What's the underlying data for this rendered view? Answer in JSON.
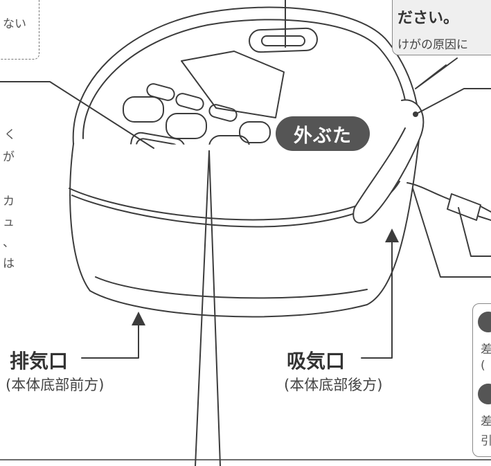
{
  "callouts": {
    "outer_lid": "外ぶた",
    "exhaust_label": "排気口",
    "exhaust_sub": "(本体底部前方)",
    "intake_label": "吸気口",
    "intake_sub": "(本体底部後方)"
  },
  "warning": {
    "line1": "ださい。",
    "line2": "けがの原因に"
  },
  "dashed_note": {
    "fragment": "ない"
  },
  "left_text": {
    "fragments": [
      "く",
      "が",
      "カ",
      "ュ",
      "、",
      "は"
    ]
  },
  "caution_panel": {
    "fragments": [
      "差",
      "(",
      "差",
      "引"
    ]
  },
  "colors": {
    "line": "#3c3c3c",
    "pill_bg": "#555555",
    "warn_bg": "#efefef"
  }
}
